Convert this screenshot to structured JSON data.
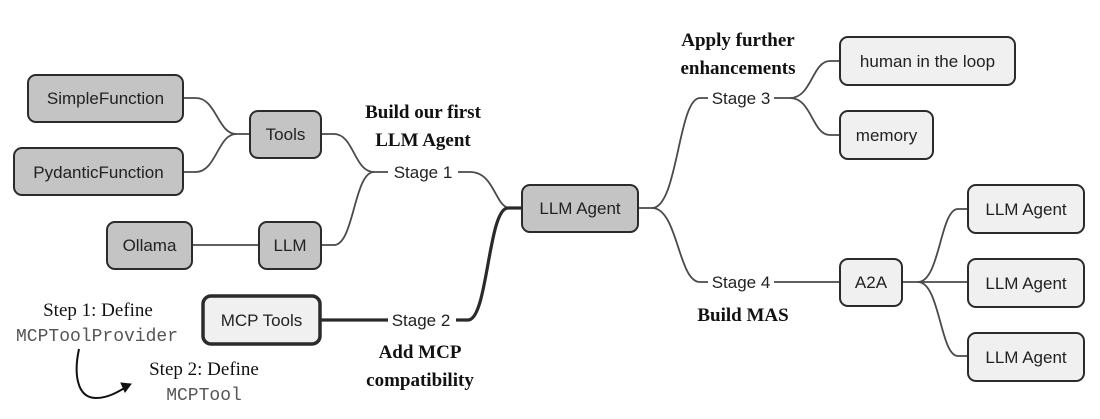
{
  "diagram": {
    "root": {
      "label": "LLM Agent"
    },
    "stages": [
      {
        "label": "Stage 1",
        "caption": [
          "Build our first",
          "LLM Agent"
        ],
        "children": [
          {
            "label": "Tools",
            "children": [
              {
                "label": "SimpleFunction"
              },
              {
                "label": "PydanticFunction"
              }
            ]
          },
          {
            "label": "LLM",
            "children": [
              {
                "label": "Ollama"
              }
            ]
          }
        ]
      },
      {
        "label": "Stage 2",
        "caption": [
          "Add MCP",
          "compatibility"
        ],
        "children": [
          {
            "label": "MCP Tools"
          }
        ],
        "notes": {
          "step1_prefix": "Step 1: Define",
          "step1_code": "MCPToolProvider",
          "step2_prefix": "Step 2: Define",
          "step2_code": "MCPTool"
        }
      },
      {
        "label": "Stage 3",
        "caption": [
          "Apply further",
          "enhancements"
        ],
        "children": [
          {
            "label": "human in the loop"
          },
          {
            "label": "memory"
          }
        ]
      },
      {
        "label": "Stage 4",
        "caption": [
          "Build MAS"
        ],
        "children": [
          {
            "label": "A2A",
            "children": [
              {
                "label": "LLM Agent"
              },
              {
                "label": "LLM Agent"
              },
              {
                "label": "LLM Agent"
              }
            ]
          }
        ]
      }
    ]
  }
}
